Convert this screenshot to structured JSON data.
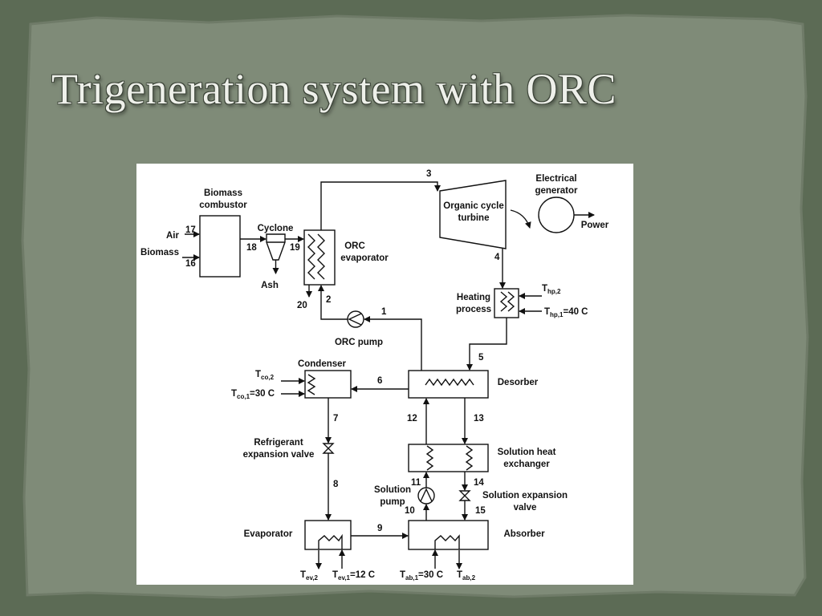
{
  "slide": {
    "title": "Trigeneration system with ORC",
    "colors": {
      "background": "#5c6b55",
      "panel": "#7f8b78",
      "title_text": "#eef0ea"
    }
  },
  "diagram": {
    "components": {
      "biomass_combustor": [
        "Biomass",
        "combustor"
      ],
      "cyclone": "Cyclone",
      "ash": "Ash",
      "orc_evaporator": [
        "ORC",
        "evaporator"
      ],
      "turbine": [
        "Organic cycle",
        "turbine"
      ],
      "generator": [
        "Electrical",
        "generator"
      ],
      "power": "Power",
      "heating_process": [
        "Heating",
        "process"
      ],
      "orc_pump": "ORC pump",
      "condenser": "Condenser",
      "desorber": "Desorber",
      "refrigerant_valve": [
        "Refrigerant",
        "expansion valve"
      ],
      "solution_hx": [
        "Solution heat",
        "exchanger"
      ],
      "solution_pump": [
        "Solution",
        "pump"
      ],
      "solution_valve": [
        "Solution expansion",
        "valve"
      ],
      "evaporator": "Evaporator",
      "absorber": "Absorber"
    },
    "inputs": {
      "air": "Air",
      "biomass": "Biomass"
    },
    "streams": [
      "1",
      "2",
      "3",
      "4",
      "5",
      "6",
      "7",
      "8",
      "9",
      "10",
      "11",
      "12",
      "13",
      "14",
      "15",
      "16",
      "17",
      "18",
      "19",
      "20"
    ],
    "temperatures": {
      "thp2": {
        "main": "T",
        "sub": "hp,2",
        "suffix": ""
      },
      "thp1": {
        "main": "T",
        "sub": "hp,1",
        "suffix": "=40 C"
      },
      "tco2": {
        "main": "T",
        "sub": "co,2",
        "suffix": ""
      },
      "tco1": {
        "main": "T",
        "sub": "co,1",
        "suffix": "=30 C"
      },
      "tev2": {
        "main": "T",
        "sub": "ev,2",
        "suffix": ""
      },
      "tev1": {
        "main": "T",
        "sub": "ev,1",
        "suffix": "=12 C"
      },
      "tab1": {
        "main": "T",
        "sub": "ab,1",
        "suffix": "=30 C"
      },
      "tab2": {
        "main": "T",
        "sub": "ab,2",
        "suffix": ""
      }
    }
  }
}
